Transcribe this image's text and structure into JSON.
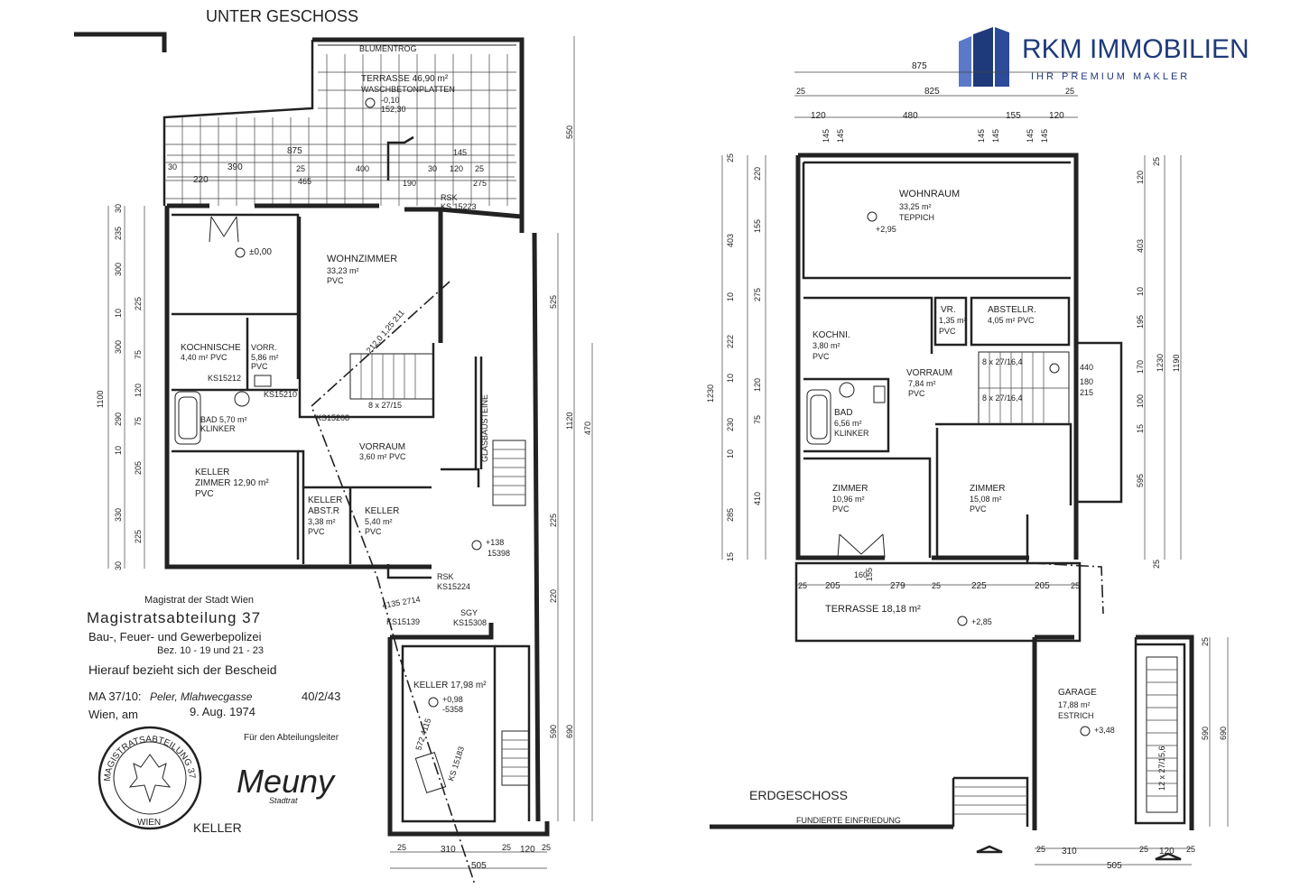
{
  "brand": {
    "name": "RKM IMMOBILIEN",
    "tagline": "IHR PREMIUM MAKLER",
    "color_primary": "#1f3a7a",
    "color_secondary": "#5b79c8"
  },
  "left_plan": {
    "title": "UNTER GESCHOSS",
    "footer_label": "KELLER",
    "rooms": {
      "terrasse_name": "TERRASSE 46,90 m²",
      "terrasse_floor": "WASCHBETONPLATTEN",
      "terrasse_level1": "-0,10",
      "terrasse_level2": "152,30",
      "blumentrog": "BLUMENTROG",
      "entry_level": "±0,00",
      "wohnzimmer_name": "WOHNZIMMER",
      "wohnzimmer_area": "33,23 m²",
      "wohnzimmer_floor": "PVC",
      "kochnische_name": "KOCHNISCHE",
      "kochnische_area": "4,40 m²  PVC",
      "vorr_name": "VORR.",
      "vorr_area": "5,86 m²",
      "vorr_floor": "PVC",
      "bad_name": "BAD 5,70 m²",
      "bad_floor": "KLINKER",
      "keller_zimmer_1": "KELLER",
      "keller_zimmer_2": "ZIMMER  12,90 m²",
      "keller_zimmer_3": "PVC",
      "vorraum_name": "VORRAUM",
      "vorraum_area": "3,60 m²  PVC",
      "keller_abstr_1": "KELLER",
      "keller_abstr_2": "ABST.R",
      "keller_abstr_3": "3,38 m²",
      "keller_abstr_4": "PVC",
      "keller_small_1": "KELLER",
      "keller_small_2": "5,40 m²",
      "keller_small_3": "PVC",
      "keller_big_1": "KELLER 17,98 m²",
      "keller_big_2": "+0,98",
      "keller_big_3": "-5358",
      "stairs_1": "8 x 27/15",
      "glasbausteine": "GLASBAUSTEINE",
      "level_138": "+138",
      "level_15398": "15398",
      "rsk_top": "RSK",
      "ks_top": "KS.15223",
      "rsk_mid": "RSK",
      "ks_mid": "KS15224",
      "ks15212": "KS15212",
      "ks15210": "KS15210",
      "ks15208": "KS15208",
      "ks15139": "KS15139",
      "sgy": "SGY",
      "ks15308": "KS15308",
      "ks15183": "KS 15183",
      "kanal1": "212,0 1,25  211",
      "kanal2": "4135  2714",
      "kanal3": "572 4115"
    },
    "dims_top": [
      "875",
      "30",
      "220",
      "390",
      "25",
      "465",
      "400",
      "30",
      "120",
      "25",
      "275",
      "145",
      "190"
    ],
    "dims_left": [
      "30",
      "235",
      "300",
      "10",
      "225",
      "300",
      "75",
      "120",
      "290",
      "75",
      "10",
      "205",
      "330",
      "225",
      "30",
      "1100"
    ],
    "dims_right": [
      "550",
      "525",
      "470",
      "1120",
      "590",
      "690",
      "220",
      "225"
    ],
    "dims_bottom": [
      "25",
      "310",
      "25",
      "120",
      "25",
      "505"
    ],
    "stamp": {
      "magistrat": "Magistrat der Stadt Wien",
      "abteilung": "Magistratsabteilung 37",
      "polizei": "Bau-, Feuer- und Gewerbepolizei",
      "bezirke": "Bez. 10 - 19 und 21 - 23",
      "bescheid": "Hierauf bezieht sich der Bescheid",
      "ma_label": "MA 37/10:",
      "ma_value": "Peler, Mlahwecgasse",
      "ma_number": "40/2/43",
      "wien_am": "Wien, am",
      "datum": "9. Aug. 1974",
      "fuer": "Für den Abteilungsleiter",
      "signature": "Meuny",
      "signer_title": "Stadtrat",
      "seal_outer": "MAGISTRATSABTEILUNG 37",
      "seal_bottom": "WIEN"
    }
  },
  "right_plan": {
    "title": "ERDGESCHOSS",
    "einfriedung": "FUNDIERTE  EINFRIEDUNG",
    "rooms": {
      "wohnraum_name": "WOHNRAUM",
      "wohnraum_area": "33,25 m²",
      "wohnraum_floor": "TEPPICH",
      "wohnraum_level": "+2,95",
      "kochni_name": "KOCHNI.",
      "kochni_area": "3,80 m²",
      "kochni_floor": "PVC",
      "vr_name": "VR.",
      "vr_area": "1,35 m²",
      "vr_floor": "PVC",
      "abstell_name": "ABSTELLR.",
      "abstell_area": "4,05 m²  PVC",
      "vorraum_name": "VORRAUM",
      "vorraum_area": "7,84 m²",
      "vorraum_floor": "PVC",
      "bad_name": "BAD",
      "bad_area": "6,56 m²",
      "bad_floor": "KLINKER",
      "zimmer1_name": "ZIMMER",
      "zimmer1_area": "10,96 m²",
      "zimmer1_floor": "PVC",
      "zimmer2_name": "ZIMMER",
      "zimmer2_area": "15,08 m²",
      "zimmer2_floor": "PVC",
      "terrasse_name": "TERRASSE 18,18 m²",
      "terrasse_level": "+2,85",
      "garage_name": "GARAGE",
      "garage_area": "17,88 m²",
      "garage_floor": "ESTRICH",
      "garage_level": "+3,48",
      "stairs_1": "8 x 27/16,4",
      "stairs_2": "8 x 27/16,4",
      "stairs_garage": "12 x 27/15,6",
      "side_440": "440",
      "side_180": "180",
      "side_215": "215"
    },
    "dims_top": [
      "875",
      "25",
      "825",
      "25",
      "120",
      "480",
      "155",
      "120",
      "145",
      "145",
      "145",
      "145",
      "145",
      "145"
    ],
    "dims_left": [
      "25",
      "220",
      "155",
      "403",
      "10",
      "275",
      "1230",
      "10",
      "222",
      "120",
      "75",
      "230",
      "10",
      "410",
      "285",
      "15"
    ],
    "dims_right": [
      "25",
      "120",
      "403",
      "10",
      "195",
      "170",
      "1230",
      "1190",
      "100",
      "15",
      "595",
      "25",
      "590",
      "690",
      "25"
    ],
    "dims_bottom": [
      "25",
      "310",
      "25",
      "120",
      "25",
      "505"
    ],
    "dims_terrasse": [
      "25",
      "205",
      "160",
      "155",
      "279",
      "25",
      "225",
      "205",
      "25"
    ]
  }
}
